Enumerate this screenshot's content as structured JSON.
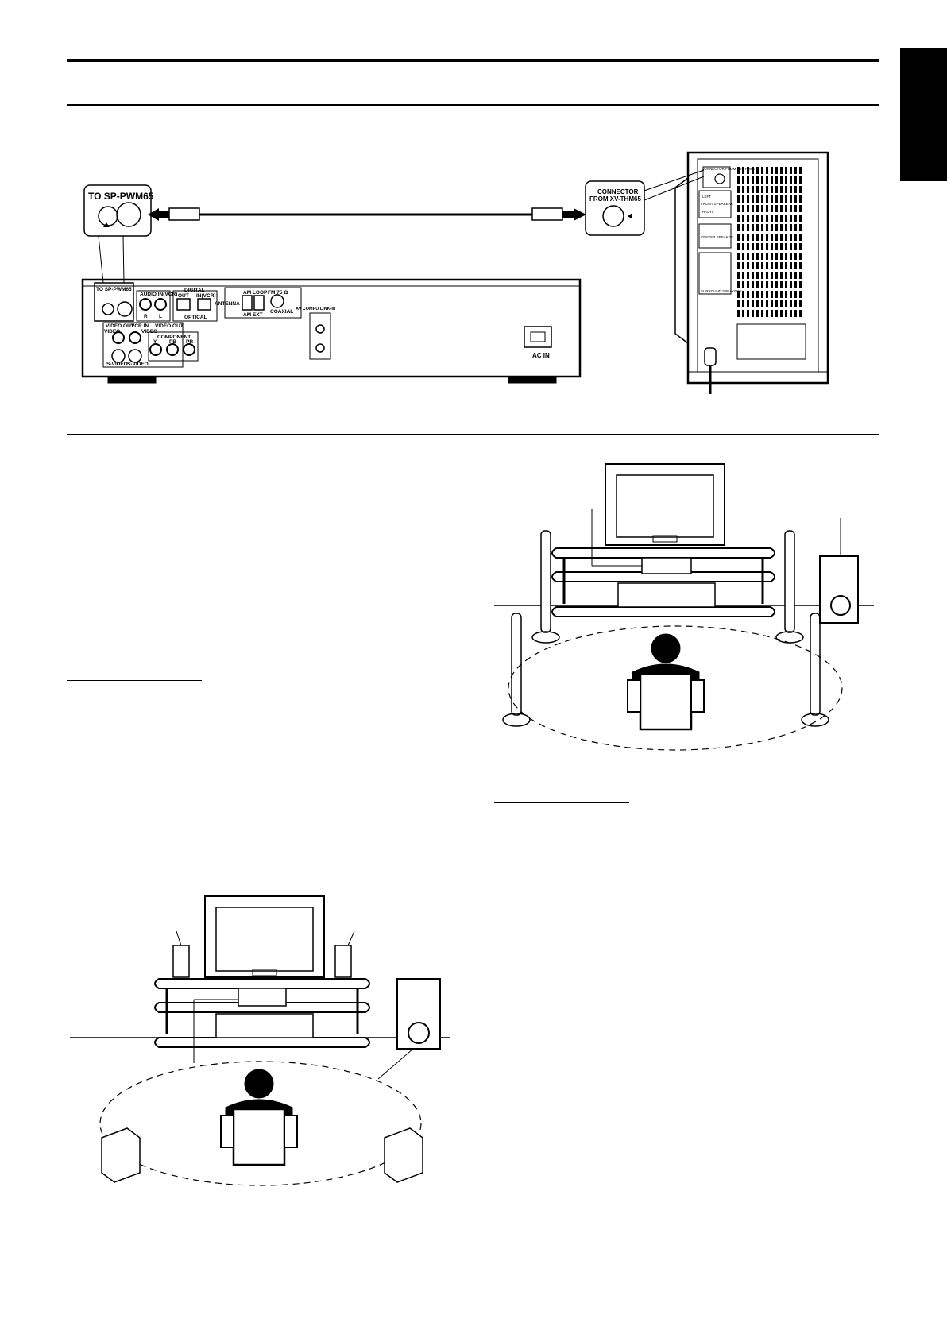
{
  "connection_diagram": {
    "callout_left": "TO SP-PWM65",
    "callout_right_line1": "CONNECTOR",
    "callout_right_line2": "FROM XV-THM65",
    "dvd_panel": {
      "to_sp": "TO SP-PWM65",
      "audio_in": "AUDIO IN(VCR)",
      "audio_r": "R",
      "audio_l": "L",
      "digital": "DIGITAL",
      "digital_out": "OUT",
      "digital_in": "IN(VCR)",
      "optical": "OPTICAL",
      "antenna": "ANTENNA",
      "am_loop": "AM LOOP",
      "am_ext": "AM EXT",
      "fm": "FM 75 Ω",
      "coaxial": "COAXIAL",
      "av_compu": "AV COMPU LINK-III",
      "video_out": "VIDEO OUT",
      "vcr_in": "VCR IN",
      "video_out2": "VIDEO OUT",
      "video": "VIDEO",
      "video2": "VIDEO",
      "component": "COMPONENT",
      "y": "Y",
      "pb": "PB",
      "pr": "PR",
      "s_video": "S-VIDEO",
      "s_video2": "S-VIDEO",
      "ac_in": "AC IN"
    },
    "sub_panel": {
      "connector": "CONNECTOR FROM XV-THM65",
      "front_speakers": "FRONT SPEAKERS",
      "left": "LEFT",
      "right": "RIGHT",
      "center_speaker": "CENTER SPEAKER",
      "surround_speakers": "SURROUND SPEAKERS"
    }
  }
}
